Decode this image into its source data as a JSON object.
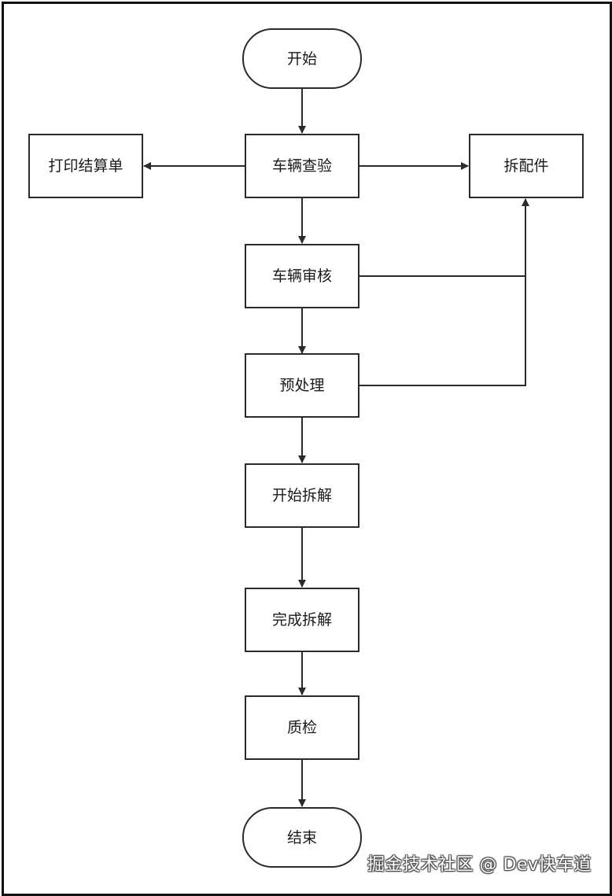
{
  "nodes": {
    "start": "开始",
    "vehicle_inspection": "车辆查验",
    "print_statement": "打印结算单",
    "dismantle_parts": "拆配件",
    "vehicle_review": "车辆审核",
    "preprocess": "预处理",
    "start_dismantling": "开始拆解",
    "finish_dismantling": "完成拆解",
    "quality_check": "质检",
    "end": "结束"
  },
  "edges": [
    {
      "from": "start",
      "to": "vehicle_inspection"
    },
    {
      "from": "vehicle_inspection",
      "to": "print_statement"
    },
    {
      "from": "vehicle_inspection",
      "to": "dismantle_parts"
    },
    {
      "from": "vehicle_inspection",
      "to": "vehicle_review"
    },
    {
      "from": "vehicle_review",
      "to": "dismantle_parts"
    },
    {
      "from": "vehicle_review",
      "to": "preprocess"
    },
    {
      "from": "preprocess",
      "to": "dismantle_parts"
    },
    {
      "from": "preprocess",
      "to": "start_dismantling"
    },
    {
      "from": "start_dismantling",
      "to": "finish_dismantling"
    },
    {
      "from": "finish_dismantling",
      "to": "quality_check"
    },
    {
      "from": "quality_check",
      "to": "end"
    }
  ],
  "watermark": "掘金技术社区 @ Dev快车道",
  "colors": {
    "stroke": "#2b2b2b",
    "text": "#1a1a1a",
    "background": "#ffffff"
  }
}
